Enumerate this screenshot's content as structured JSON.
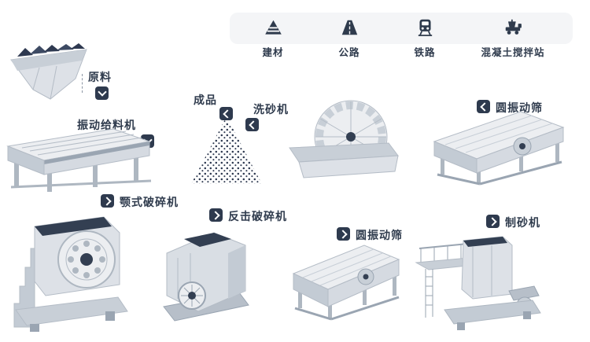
{
  "colors": {
    "ink": "#2f3b4d",
    "badge_bg": "#2e3a4e",
    "machine_light": "#eceef1",
    "machine_mid": "#d5dae1",
    "machine_shade": "#c3cbd4",
    "machine_dark": "#333f52",
    "legend_band": "#f4f5f7"
  },
  "legend": {
    "items": [
      {
        "icon": "building-materials-icon",
        "label": "建材"
      },
      {
        "icon": "highway-icon",
        "label": "公路"
      },
      {
        "icon": "railway-icon",
        "label": "铁路"
      },
      {
        "icon": "concrete-mixing-plant-icon",
        "label": "混凝土搅拌站"
      }
    ]
  },
  "stations": {
    "raw_material": {
      "label": "原料"
    },
    "vibrating_feeder": {
      "label": "振动给料机"
    },
    "jaw_crusher": {
      "label": "颚式破碎机"
    },
    "impact_crusher": {
      "label": "反击破碎机"
    },
    "finished_product": {
      "label": "成品"
    },
    "sand_washer": {
      "label": "洗砂机"
    },
    "vibrating_screen_top": {
      "label": "圆振动筛"
    },
    "vibrating_screen_bottom": {
      "label": "圆振动筛"
    },
    "sand_maker": {
      "label": "制砂机"
    }
  }
}
